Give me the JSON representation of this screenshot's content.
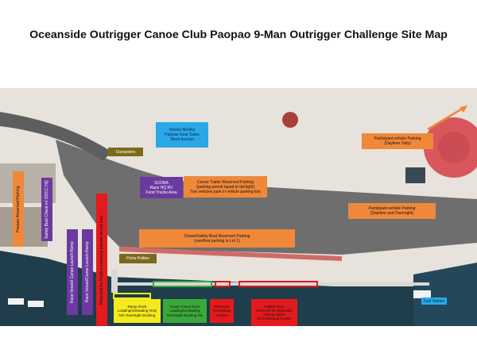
{
  "title": "Oceanside Outrigger Canoe Club Paopao 9-Man Outrigger Challenge Site Map",
  "labels": {
    "vendor": "Vendor Booths\nPaopao Gear Sales\nSilent Auction",
    "dumpsters": "Dumpsters",
    "scora": "SCORA\nRace HQ RV\nFood Trucks Area",
    "trailer": "Canoe Trailer Reserved Parking\n(parking permit taped to tail light)\nTow vehicles park in vehicle parking lots",
    "participant_day": "Participant vehicle Parking\n(Daytime Only)",
    "participant_overnight": "Participant vehicle Parking\n(Daytime and Overnight)",
    "chase": "Chase/Safety Boat Reserved Parking\n(overflow parking in Lot 1)",
    "porta": "Porta Potties",
    "paopao_parking": "Paopao Reserved Parking",
    "safety_checkin": "Safety Boat Check-in/ OOCC HQ",
    "launch_ramp_1": "Race Vessel/ Canoe Launch Ramp",
    "launch_ramp_2": "Race Vessel/Canoe Launch Ramp",
    "reserved_red": "Reserved for Public Launching (please do not use)",
    "ramp_dock": "Ramp Dock\nLoading/Unloading Only\nNO Overnight Docking",
    "coast_guard": "Coast Guard Dock\nLoading/Unloading\nOvernight Docking OK",
    "reserved_small": "Reserved\nNo Docking\nAnytime",
    "dolphin": "Dolphin Dock\nReserved for Oceanside\nFishing Vessel\nNO Docking at Anytime",
    "fuel": "Fuel Station"
  },
  "colors": {
    "orange": "#f0883a",
    "purple": "#6b3aa0",
    "blue": "#29a8e8",
    "olive": "#7b6a1b",
    "red": "#e41a1c",
    "yellow": "#f6ea1e",
    "green": "#3aa93a",
    "sand": "#e7e3dc",
    "water": "#1f3d4a",
    "asphalt": "#6e6e6e"
  },
  "icons": [
    "arrow-icon"
  ]
}
